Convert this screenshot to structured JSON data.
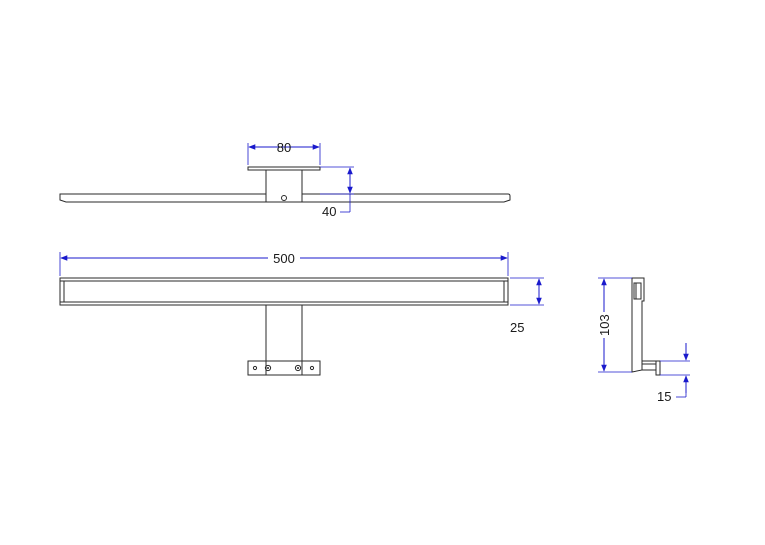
{
  "dimensions": {
    "top_bracket_width": "80",
    "top_bracket_height": "40",
    "overall_length": "500",
    "bar_height": "25",
    "side_height": "103",
    "side_depth": "15"
  },
  "colors": {
    "dimension_line": "#1a1acc",
    "part_outline": "#2a2a2a",
    "text": "#1a1a1a"
  }
}
